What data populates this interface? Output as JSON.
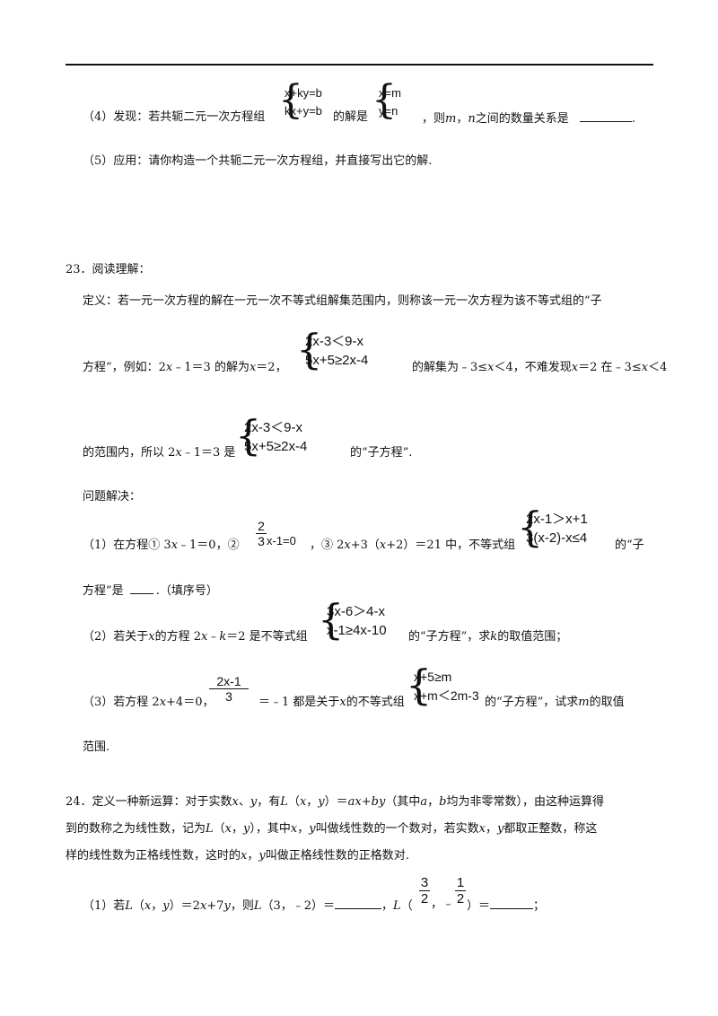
{
  "q22": {
    "p4_a": "（4）发现：若共轭二元一次方程组",
    "p4_sys": [
      "x+ky=b",
      "kx+y=b"
    ],
    "p4_b": "的解是",
    "p4_sol": [
      "x=m",
      "y=n"
    ],
    "p4_c": "，则",
    "p4_m": "m",
    "p4_sep": "，",
    "p4_n": "n",
    "p4_d": "之间的数量关系是",
    "p4_end": ".",
    "p5": "（5）应用：请你构造一个共轭二元一次方程组，并直接写出它的解."
  },
  "q23": {
    "head": "23．阅读理解：",
    "def1": "定义：若一元一次方程的解在一元一次不等式组解集范围内，则称该一元一次方程为该不等式组的“子",
    "def2_a": "方程”，例如：2",
    "def2_x1": "x",
    "def2_b": "﹣1＝3 的解为",
    "def2_x2": "x",
    "def2_c": "＝2，",
    "sysA": [
      "2x-3＜9-x",
      "5x+5≥2x-4"
    ],
    "def2_d": "的解集为﹣3≤",
    "def2_x3": "x",
    "def2_e": "＜4，不难发现",
    "def2_x4": "x",
    "def2_f": "＝2 在﹣3≤",
    "def2_x5": "x",
    "def2_g": "＜4",
    "def3_a": "的范围内，所以 2",
    "def3_x": "x",
    "def3_b": "﹣1＝3 是",
    "sysB": [
      "2x-3＜9-x",
      "5x+5≥2x-4"
    ],
    "def3_c": "的“子方程”.",
    "problem": "问题解决：",
    "p1_a": "（1）在方程① 3",
    "p1_x1": "x",
    "p1_b": "﹣1＝0，②",
    "p1_frac_num": "2",
    "p1_frac_den": "3",
    "p1_frac_tail": "x-1=0",
    "p1_c": "，③ 2",
    "p1_x2": "x",
    "p1_d": "+3（",
    "p1_x3": "x",
    "p1_e": "+2）＝21 中，不等式组",
    "p1_sys": [
      "2x-1＞x+1",
      "3(x-2)-x≤4"
    ],
    "p1_f": "的“子",
    "p1b_a": "方程”是",
    "p1b_b": ".（填序号）",
    "p2_a": "（2）若关于",
    "p2_x1": "x",
    "p2_b": "的方程 2",
    "p2_x2": "x",
    "p2_c": "﹣",
    "p2_k1": "k",
    "p2_d": "＝2 是不等式组",
    "p2_sys": [
      "3x-6＞4-x",
      "x-1≥4x-10"
    ],
    "p2_e": "的“子方程”，求",
    "p2_k2": "k",
    "p2_f": "的取值范围；",
    "p3_a": "（3）若方程 2",
    "p3_x1": "x",
    "p3_b": "+4＝0，",
    "p3_frac_num": "2x-1",
    "p3_frac_den": "3",
    "p3_c": "＝﹣1 都是关于",
    "p3_x2": "x",
    "p3_d": "的不等式组",
    "p3_sys": [
      "x+5≥m",
      "x+m＜2m-3"
    ],
    "p3_e": "的“子方程”，试求",
    "p3_m": "m",
    "p3_f": "的取值",
    "p3b": "范围."
  },
  "q24": {
    "l1_a": "24．定义一种新运算：对于实数",
    "l1_x": "x",
    "l1_s1": "、",
    "l1_y": "y",
    "l1_b": "，有",
    "l1_L": "L",
    "l1_c": "（",
    "l1_x2": "x",
    "l1_s2": "，",
    "l1_y2": "y",
    "l1_d": "）＝",
    "l1_expr": "ax+by",
    "l1_e": "（其中",
    "l1_a2": "a",
    "l1_s3": "，",
    "l1_b2": "b",
    "l1_f": "均为非零常数），由这种运算得",
    "l2_a": "到的数称之为线性数，记为",
    "l2_L": "L",
    "l2_b": "（",
    "l2_x": "x",
    "l2_s": "，",
    "l2_y": "y",
    "l2_c": "），其中",
    "l2_x2": "x",
    "l2_s2": "，",
    "l2_y2": "y",
    "l2_d": "叫做线性数的一个数对，若实数",
    "l2_x3": "x",
    "l2_s3": "，",
    "l2_y3": "y",
    "l2_e": "都取正整数，称这",
    "l3_a": "样的线性数为正格线性数，这时的",
    "l3_x": "x",
    "l3_s": "，",
    "l3_y": "y",
    "l3_b": "叫做正格线性数的正格数对.",
    "p1_a": "（1）若",
    "p1_L": "L",
    "p1_b": "（",
    "p1_x": "x",
    "p1_s": "，",
    "p1_y": "y",
    "p1_c": "）＝2",
    "p1_x2": "x",
    "p1_d": "+7",
    "p1_y2": "y",
    "p1_e": "，则",
    "p1_L2": "L",
    "p1_f": "（3，﹣2）＝",
    "p1_g": "，",
    "p1_L3": "L",
    "p1_h": "（",
    "p1_fa_num": "3",
    "p1_fa_den": "2",
    "p1_i": "，﹣",
    "p1_fb_num": "1",
    "p1_fb_den": "2",
    "p1_j": "）＝",
    "p1_k": "；"
  }
}
